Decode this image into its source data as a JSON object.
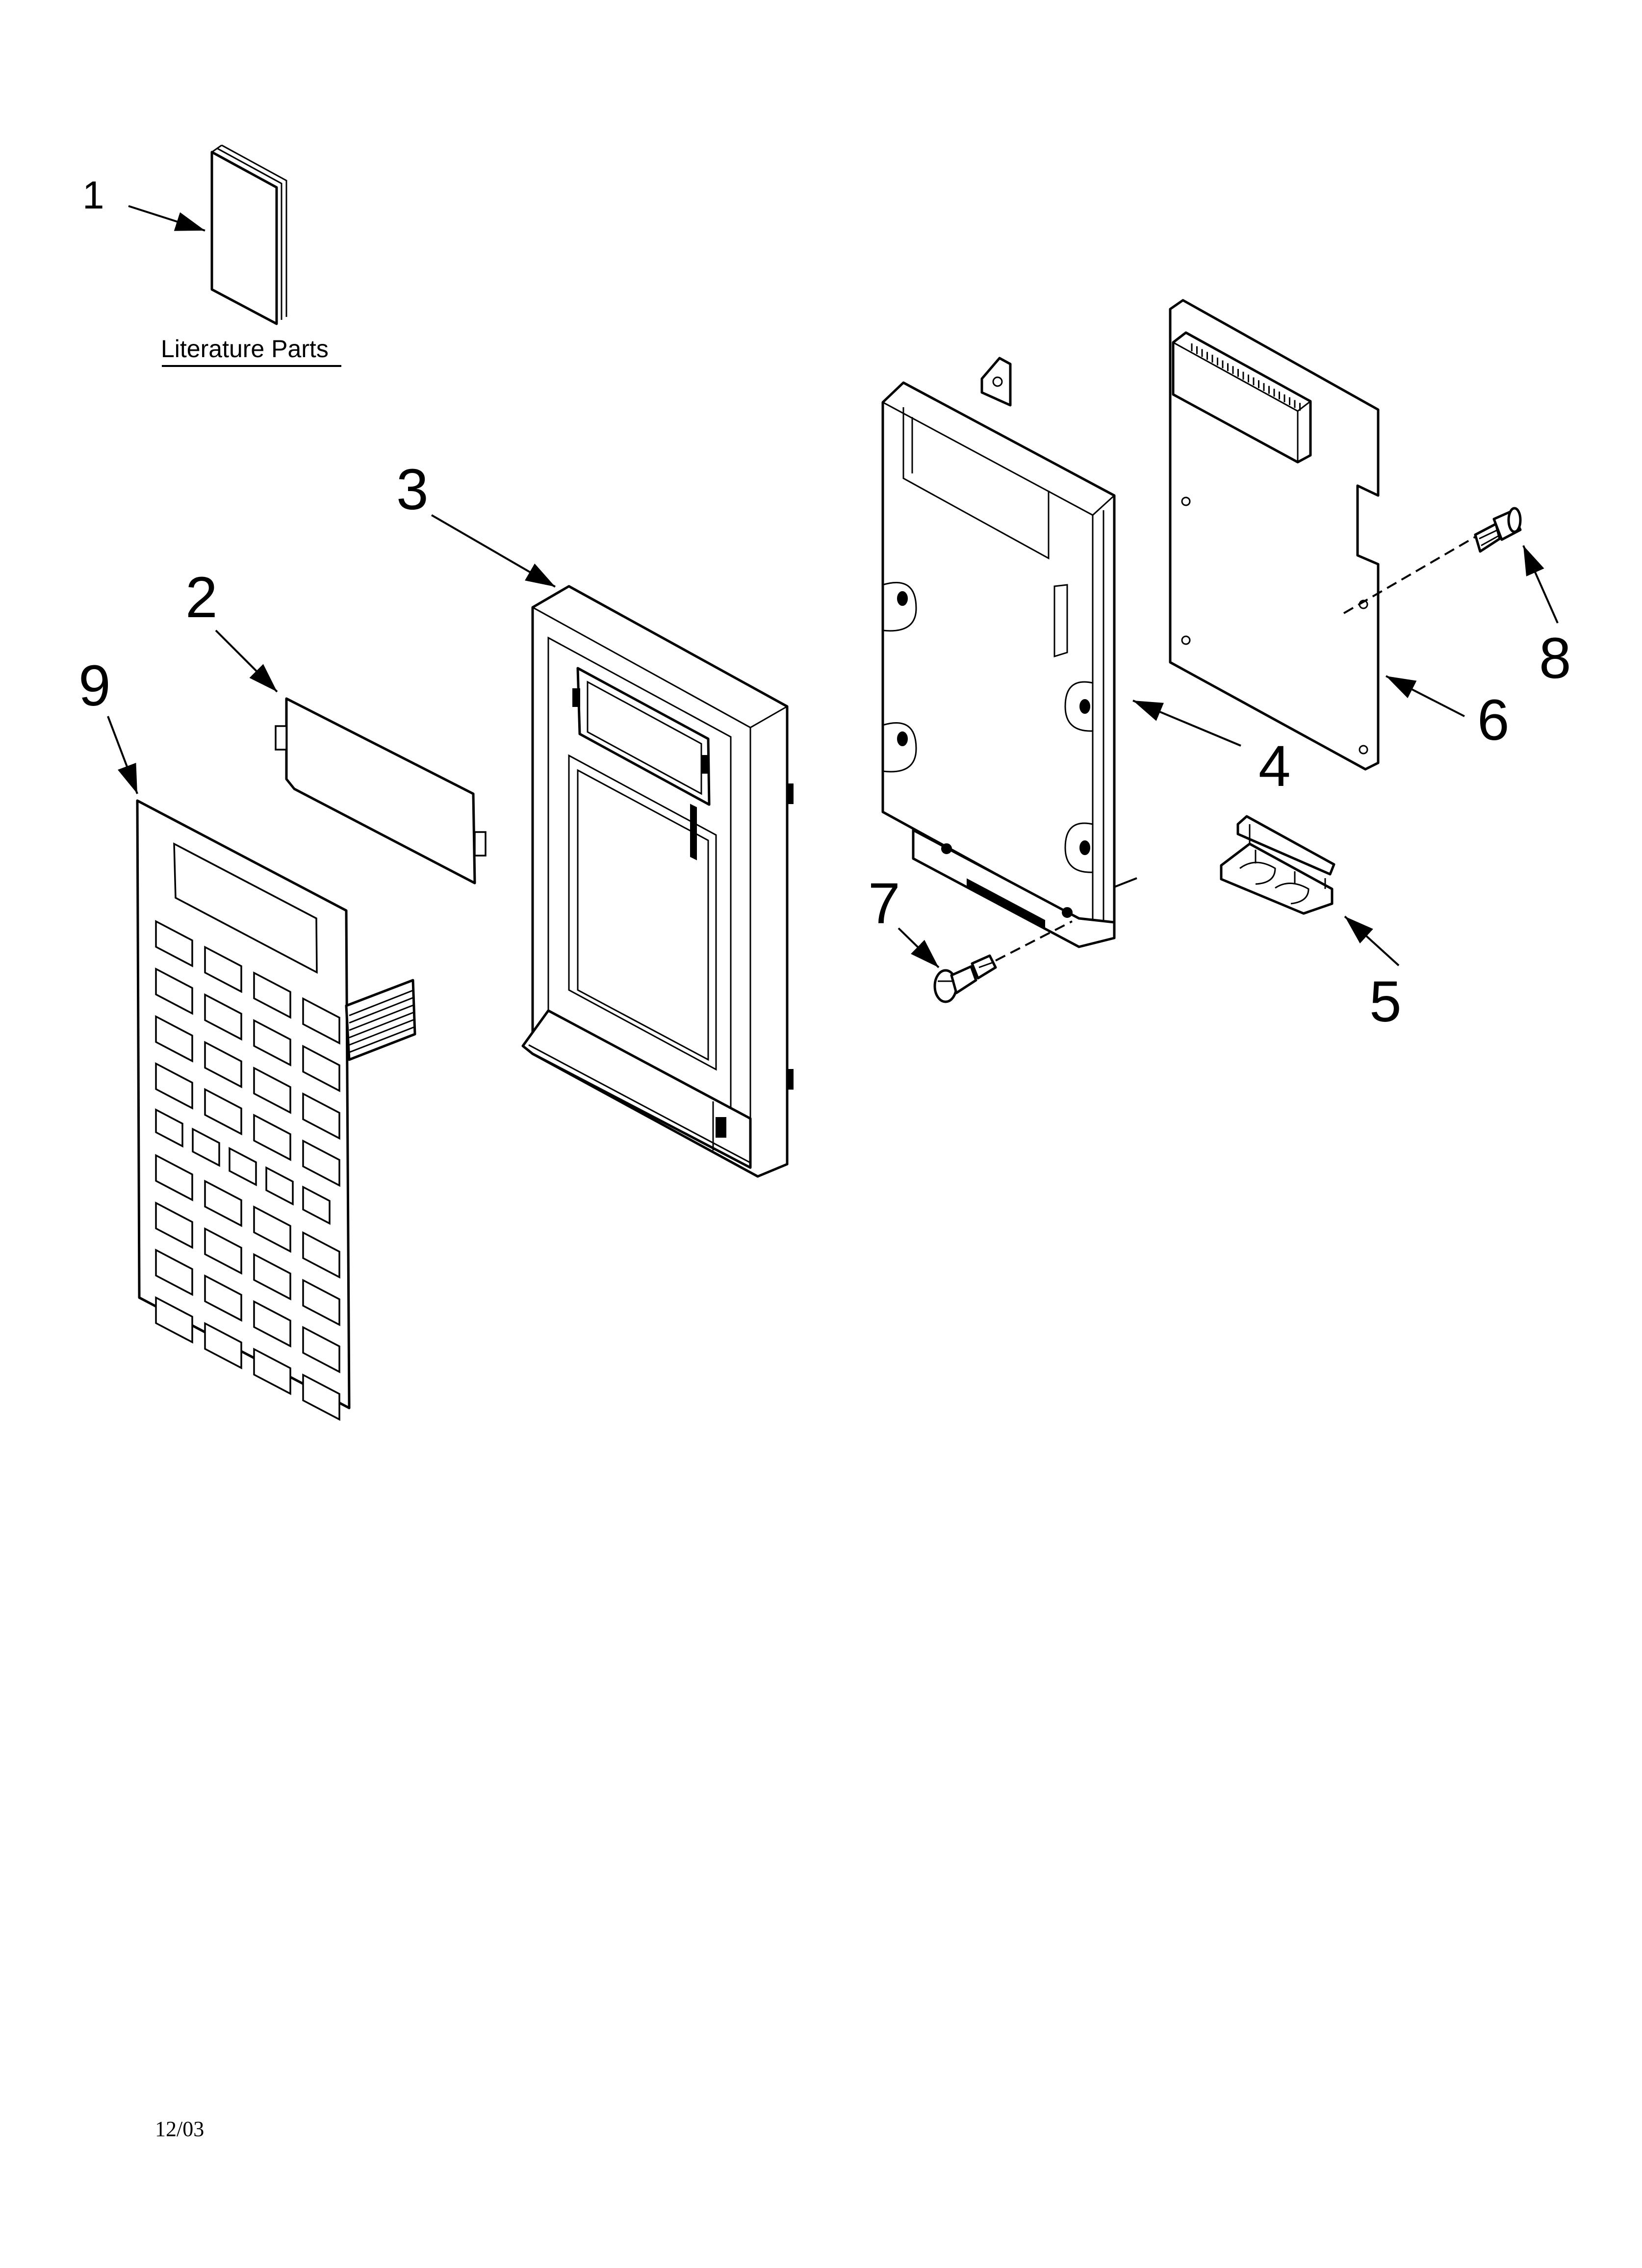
{
  "diagram": {
    "literature_label": "Literature Parts",
    "callouts": {
      "c1": "1",
      "c2": "2",
      "c3": "3",
      "c4": "4",
      "c5": "5",
      "c6": "6",
      "c7": "7",
      "c8": "8",
      "c9": "9"
    },
    "date": "12/03"
  }
}
